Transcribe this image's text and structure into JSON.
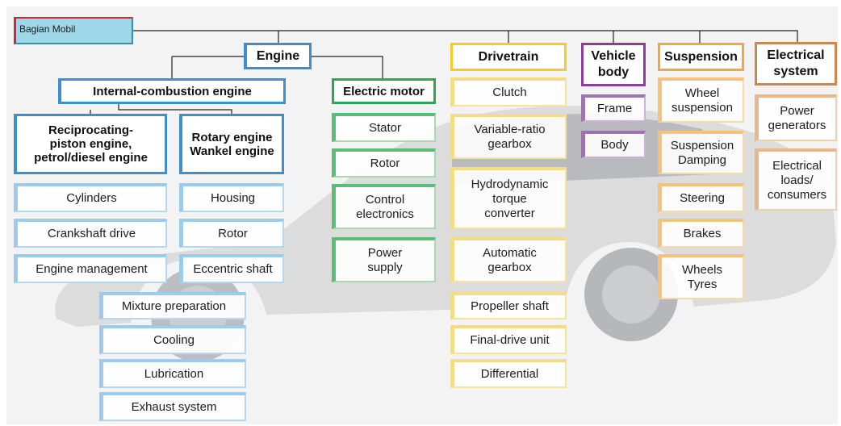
{
  "title": "Bagian Mobil",
  "engine": {
    "label": "Engine",
    "ice": {
      "label": "Internal-combustion engine",
      "reciprocating": {
        "label": "Reciprocating-\npiston engine,\npetrol/diesel engine",
        "items": [
          "Cylinders",
          "Crankshaft drive",
          "Engine management"
        ]
      },
      "rotary": {
        "label": "Rotary engine\nWankel engine",
        "items": [
          "Housing",
          "Rotor",
          "Eccentric shaft"
        ]
      },
      "shared_items": [
        "Mixture preparation",
        "Cooling",
        "Lubrication",
        "Exhaust system"
      ]
    },
    "electric_motor": {
      "label": "Electric motor",
      "items": [
        "Stator",
        "Rotor",
        "Control\nelectronics",
        "Power\nsupply"
      ]
    }
  },
  "drivetrain": {
    "label": "Drivetrain",
    "items": [
      "Clutch",
      "Variable-ratio\ngearbox",
      "Hydrodynamic\ntorque\nconverter",
      "Automatic\ngearbox",
      "Propeller shaft",
      "Final-drive unit",
      "Differential"
    ]
  },
  "vehicle_body": {
    "label": "Vehicle\nbody",
    "items": [
      "Frame",
      "Body"
    ]
  },
  "suspension": {
    "label": "Suspension",
    "items": [
      "Wheel\nsuspension",
      "Suspension\nDamping",
      "Steering",
      "Brakes",
      "Wheels\nTyres"
    ]
  },
  "electrical": {
    "label": "Electrical\nsystem",
    "items": [
      "Power\ngenerators",
      "Electrical\nloads/\nconsumers"
    ]
  },
  "colors": {
    "engine": "#3d8fcf",
    "electric_motor": "#2fa651",
    "drivetrain": "#f2cb2c",
    "vehicle_body": "#8a3f9c",
    "suspension": "#f0a93c",
    "electrical": "#c98a52",
    "title_fill": "#9ed8e8"
  }
}
